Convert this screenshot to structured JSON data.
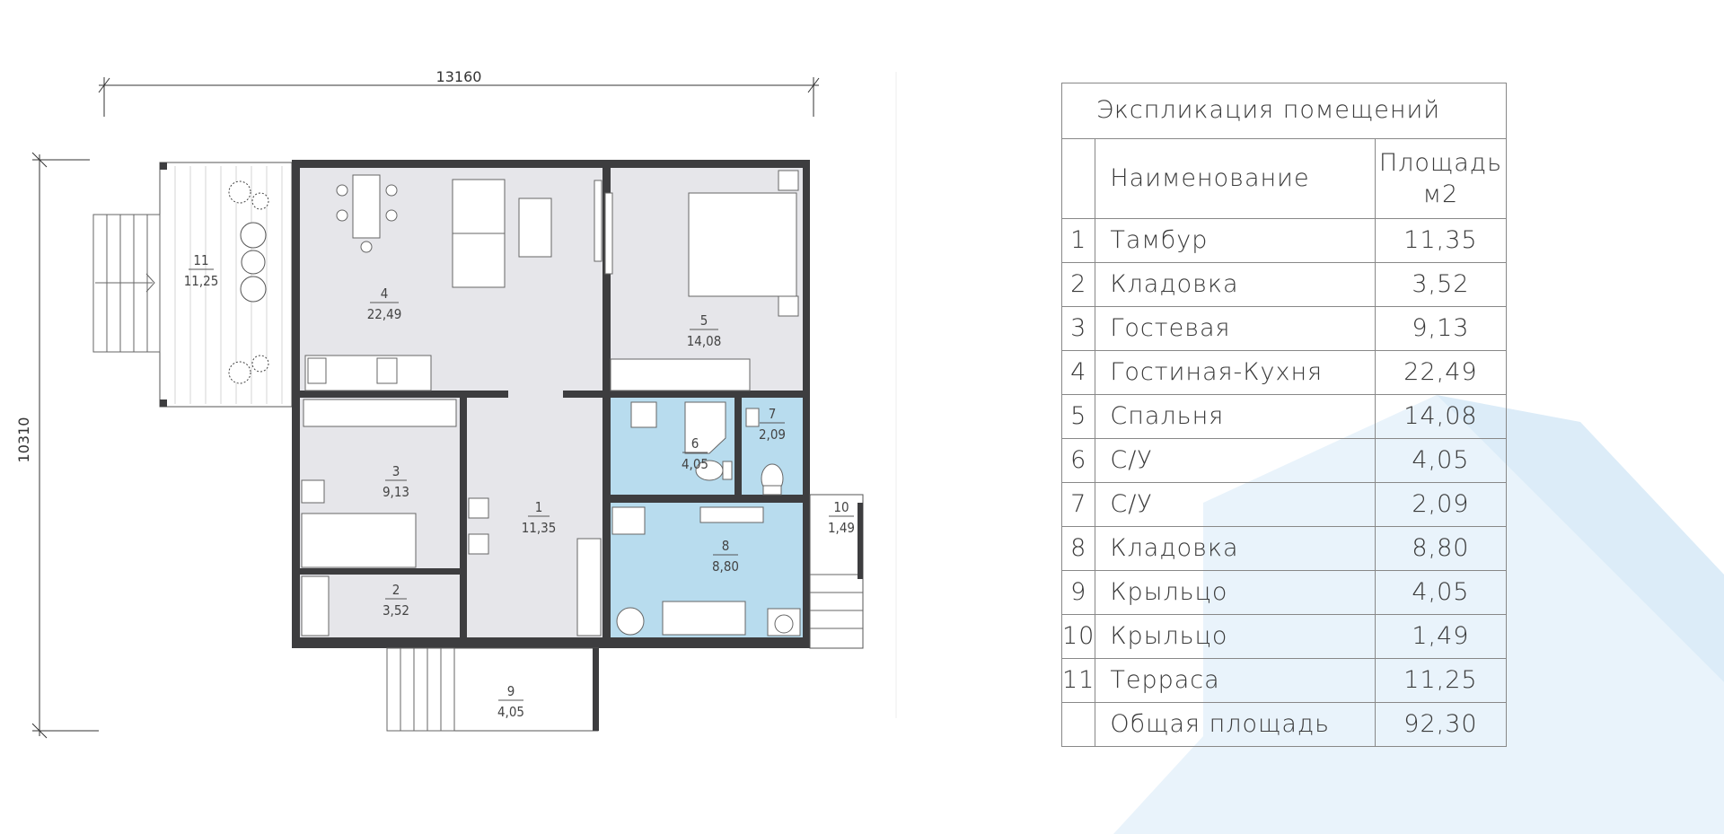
{
  "plan": {
    "width_dim": "13160",
    "height_dim": "10310",
    "rooms": [
      {
        "num": "1",
        "area": "11,35"
      },
      {
        "num": "2",
        "area": "3,52"
      },
      {
        "num": "3",
        "area": "9,13"
      },
      {
        "num": "4",
        "area": "22,49"
      },
      {
        "num": "5",
        "area": "14,08"
      },
      {
        "num": "6",
        "area": "4,05"
      },
      {
        "num": "7",
        "area": "2,09"
      },
      {
        "num": "8",
        "area": "8,80"
      },
      {
        "num": "9",
        "area": "4,05"
      },
      {
        "num": "10",
        "area": "1,49"
      },
      {
        "num": "11",
        "area": "11,25"
      }
    ],
    "colors": {
      "wall": "#3d3d3f",
      "room": "#e6e6ea",
      "wet": "#b8dcee",
      "watermark": "#e8f2fa"
    }
  },
  "table": {
    "title": "Экспликация помещений",
    "header_name": "Наименование",
    "header_area_1": "Площадь",
    "header_area_2": "м2",
    "rows": [
      {
        "num": "1",
        "name": "Тамбур",
        "area": "11,35"
      },
      {
        "num": "2",
        "name": "Кладовка",
        "area": "3,52"
      },
      {
        "num": "3",
        "name": "Гостевая",
        "area": "9,13"
      },
      {
        "num": "4",
        "name": "Гостиная-Кухня",
        "area": "22,49"
      },
      {
        "num": "5",
        "name": "Спальня",
        "area": "14,08"
      },
      {
        "num": "6",
        "name": "С/У",
        "area": "4,05"
      },
      {
        "num": "7",
        "name": "С/У",
        "area": "2,09"
      },
      {
        "num": "8",
        "name": "Кладовка",
        "area": "8,80"
      },
      {
        "num": "9",
        "name": "Крыльцо",
        "area": "4,05"
      },
      {
        "num": "10",
        "name": "Крыльцо",
        "area": "1,49"
      },
      {
        "num": "11",
        "name": "Терраса",
        "area": "11,25"
      }
    ],
    "total_label": "Общая площадь",
    "total_area": "92,30"
  }
}
